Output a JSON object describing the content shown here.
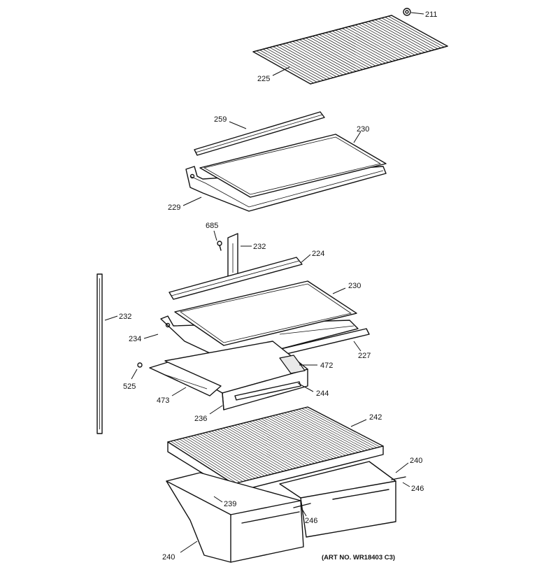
{
  "labels": {
    "l211": "211",
    "l225": "225",
    "l259": "259",
    "l230a": "230",
    "l229": "229",
    "l685": "685",
    "l232a": "232",
    "l224": "224",
    "l230b": "230",
    "l232b": "232",
    "l234": "234",
    "l227": "227",
    "l472": "472",
    "l525": "525",
    "l473": "473",
    "l244": "244",
    "l236": "236",
    "l242": "242",
    "l240a": "240",
    "l246a": "246",
    "l239": "239",
    "l246b": "246",
    "l240b": "240"
  },
  "art_number": "(ART NO. WR18403 C3)"
}
